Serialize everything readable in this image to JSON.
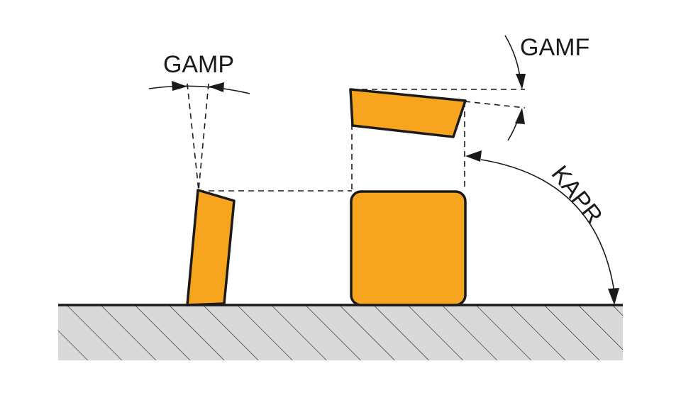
{
  "labels": {
    "gamp": "GAMP",
    "gamf": "GAMF",
    "kapr": "KAPR"
  },
  "colors": {
    "insert_fill": "#F7A51E",
    "outline": "#1a1a1a",
    "ground_fill": "#D9D9D9"
  }
}
